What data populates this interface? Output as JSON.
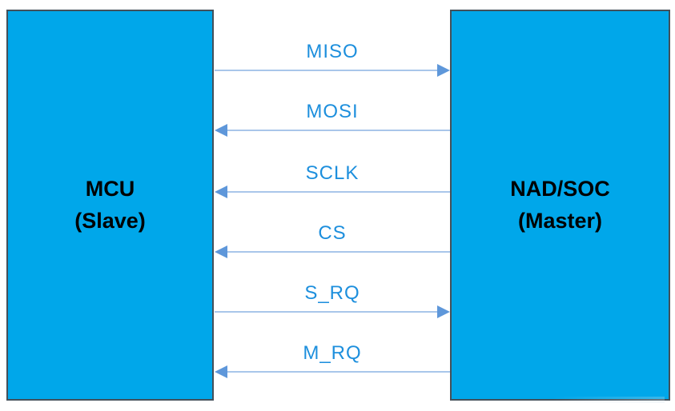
{
  "diagram": {
    "left_box": {
      "title": "MCU",
      "subtitle": "(Slave)"
    },
    "right_box": {
      "title": "NAD/SOC",
      "subtitle": "(Master)"
    },
    "signals": [
      {
        "label": "MISO",
        "direction": "right"
      },
      {
        "label": "MOSI",
        "direction": "left"
      },
      {
        "label": "SCLK",
        "direction": "left"
      },
      {
        "label": "CS",
        "direction": "left"
      },
      {
        "label": "S_RQ",
        "direction": "right"
      },
      {
        "label": "M_RQ",
        "direction": "left"
      }
    ],
    "colors": {
      "box_fill": "#00a7ea",
      "box_border": "#44505a",
      "arrow_shaft": "#a9c6ea",
      "arrow_head": "#5e97da",
      "signal_label_text": "#1d8fdd",
      "box_text": "#000000"
    }
  }
}
